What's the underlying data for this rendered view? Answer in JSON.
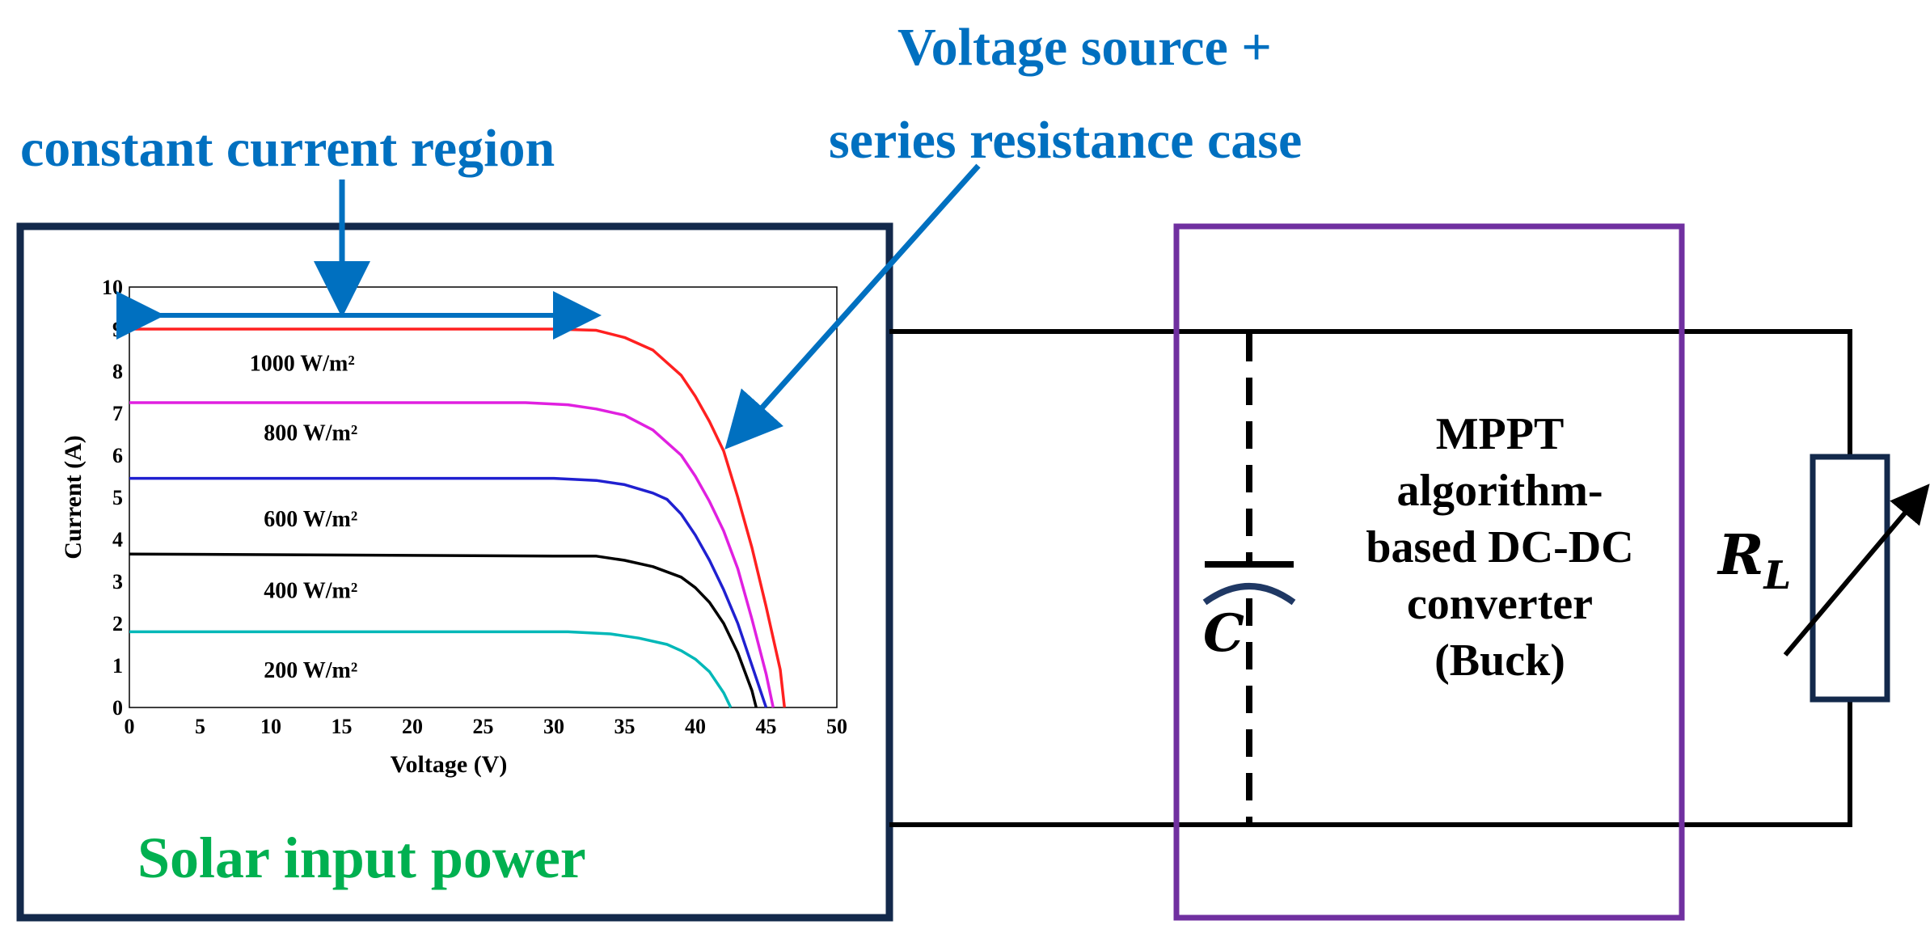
{
  "annotations": {
    "constant_current": "constant current region",
    "voltage_source_line1": "Voltage source +",
    "voltage_source_line2": "series resistance case"
  },
  "solar_box": {
    "caption": "Solar input power"
  },
  "converter": {
    "line1": "MPPT",
    "line2": "algorithm-",
    "line3": "based DC-DC",
    "line4": "converter",
    "line5": "(Buck)"
  },
  "capacitor": {
    "label": "C"
  },
  "load": {
    "label": "R",
    "subscript": "L"
  },
  "colors": {
    "annotation_blue": "#0070c0",
    "caption_green": "#00b050",
    "solar_box_border": "#13294b",
    "converter_border": "#7030a0",
    "capacitor_plate": "#1f3864"
  },
  "chart_data": {
    "type": "line",
    "xlabel": "Voltage (V)",
    "ylabel": "Current (A)",
    "xlim": [
      0,
      50
    ],
    "ylim": [
      0,
      10
    ],
    "xticks": [
      0,
      5,
      10,
      15,
      20,
      25,
      30,
      35,
      40,
      45,
      50
    ],
    "yticks": [
      0,
      1,
      2,
      3,
      4,
      5,
      6,
      7,
      8,
      9,
      10
    ],
    "grid": false,
    "series": [
      {
        "name": "1000 W/m²",
        "color": "#ff2020",
        "points": [
          [
            0,
            9
          ],
          [
            30,
            9
          ],
          [
            33,
            8.97
          ],
          [
            35,
            8.8
          ],
          [
            37,
            8.5
          ],
          [
            39,
            7.9
          ],
          [
            40,
            7.4
          ],
          [
            41,
            6.8
          ],
          [
            42,
            6.1
          ],
          [
            43,
            5.0
          ],
          [
            44,
            3.8
          ],
          [
            45,
            2.4
          ],
          [
            46,
            0.9
          ],
          [
            46.3,
            0
          ]
        ]
      },
      {
        "name": "800 W/m²",
        "color": "#e020e0",
        "points": [
          [
            0,
            7.25
          ],
          [
            28,
            7.25
          ],
          [
            31,
            7.2
          ],
          [
            33,
            7.1
          ],
          [
            35,
            6.95
          ],
          [
            37,
            6.6
          ],
          [
            39,
            6.0
          ],
          [
            40,
            5.5
          ],
          [
            41,
            4.9
          ],
          [
            42,
            4.2
          ],
          [
            43,
            3.3
          ],
          [
            44,
            2.1
          ],
          [
            45,
            0.8
          ],
          [
            45.5,
            0
          ]
        ]
      },
      {
        "name": "600 W/m²",
        "color": "#2020d0",
        "points": [
          [
            0,
            5.45
          ],
          [
            30,
            5.45
          ],
          [
            33,
            5.4
          ],
          [
            35,
            5.3
          ],
          [
            37,
            5.1
          ],
          [
            38,
            4.95
          ],
          [
            39,
            4.6
          ],
          [
            40,
            4.1
          ],
          [
            41,
            3.5
          ],
          [
            42,
            2.8
          ],
          [
            43,
            2.0
          ],
          [
            44,
            1.0
          ],
          [
            45,
            0
          ]
        ]
      },
      {
        "name": "400 W/m²",
        "color": "#000000",
        "points": [
          [
            0,
            3.65
          ],
          [
            30,
            3.6
          ],
          [
            33,
            3.6
          ],
          [
            35,
            3.5
          ],
          [
            37,
            3.35
          ],
          [
            39,
            3.1
          ],
          [
            40,
            2.85
          ],
          [
            41,
            2.5
          ],
          [
            42,
            2.0
          ],
          [
            43,
            1.3
          ],
          [
            44,
            0.4
          ],
          [
            44.3,
            0
          ]
        ]
      },
      {
        "name": "200 W/m²",
        "color": "#00b8b8",
        "points": [
          [
            0,
            1.8
          ],
          [
            31,
            1.8
          ],
          [
            34,
            1.75
          ],
          [
            36,
            1.65
          ],
          [
            38,
            1.5
          ],
          [
            39,
            1.35
          ],
          [
            40,
            1.15
          ],
          [
            41,
            0.85
          ],
          [
            42,
            0.35
          ],
          [
            42.5,
            0
          ]
        ]
      }
    ]
  }
}
